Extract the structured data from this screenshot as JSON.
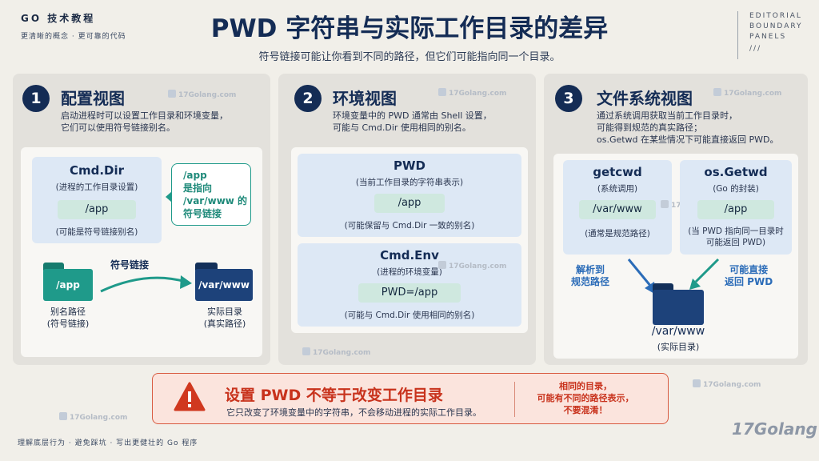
{
  "header": {
    "brand": "GO 技术教程",
    "brand_sub": "更清晰的概念 · 更可靠的代码",
    "title": "PWD 字符串与实际工作目录的差异",
    "subtitle": "符号链接可能让你看到不同的路径，但它们可能指向同一个目录。",
    "editorial": [
      "EDITORIAL",
      "BOUNDARY",
      "PANELS"
    ],
    "editorial_mark": "///"
  },
  "watermark": "17Golang.com",
  "panel1": {
    "number": "1",
    "title": "配置视图",
    "desc": [
      "启动进程时可以设置工作目录和环境变量，",
      "它们可以使用符号链接别名。"
    ],
    "card": {
      "title": "Cmd.Dir",
      "note": "(进程的工作目录设置)",
      "value": "/app",
      "footnote": "(可能是符号链接别名)"
    },
    "bubble": [
      "/app",
      "是指向",
      "/var/www 的",
      "符号链接"
    ],
    "arrow_label": "符号链接",
    "alias_folder": "/app",
    "alias_caption": [
      "别名路径",
      "(符号链接)"
    ],
    "real_folder": "/var/www",
    "real_caption": [
      "实际目录",
      "(真实路径)"
    ]
  },
  "panel2": {
    "number": "2",
    "title": "环境视图",
    "desc": [
      "环境变量中的 PWD 通常由 Shell 设置，",
      "可能与 Cmd.Dir 使用相同的别名。"
    ],
    "card1": {
      "title": "PWD",
      "note": "(当前工作目录的字符串表示)",
      "value": "/app",
      "footnote": "(可能保留与 Cmd.Dir 一致的别名)"
    },
    "card2": {
      "title": "Cmd.Env",
      "note": "(进程的环境变量)",
      "value": "PWD=/app",
      "footnote": "(可能与 Cmd.Dir 使用相同的别名)"
    }
  },
  "panel3": {
    "number": "3",
    "title": "文件系统视图",
    "desc": [
      "通过系统调用获取当前工作目录时，",
      "可能得到规范的真实路径；",
      "os.Getwd 在某些情况下可能直接返回 PWD。"
    ],
    "card1": {
      "title": "getcwd",
      "note": "(系统调用)",
      "value": "/var/www",
      "footnote": "(通常是规范路径)"
    },
    "card2": {
      "title": "os.Getwd",
      "note": "(Go 的封装)",
      "value": "/app",
      "footnote": [
        "(当 PWD 指向同一目录时",
        "可能返回 PWD)"
      ]
    },
    "left_arrow_label": [
      "解析到",
      "规范路径"
    ],
    "right_arrow_label": [
      "可能直接",
      "返回 PWD"
    ],
    "folder_path": "/var/www",
    "folder_caption": "(实际目录)"
  },
  "warning": {
    "title": "设置 PWD 不等于改变工作目录",
    "sub": "它只改变了环境变量中的字符串，不会移动进程的实际工作目录。",
    "right": [
      "相同的目录，",
      "可能有不同的路径表示，",
      "不要混淆！"
    ]
  },
  "footer": "理解底层行为 · 避免踩坑 · 写出更健壮的 Go 程序",
  "logo": "17Golang",
  "colors": {
    "navy": "#142c55",
    "teal": "#1f9a8a",
    "blue": "#2b6cb8",
    "warn": "#c8321c"
  }
}
